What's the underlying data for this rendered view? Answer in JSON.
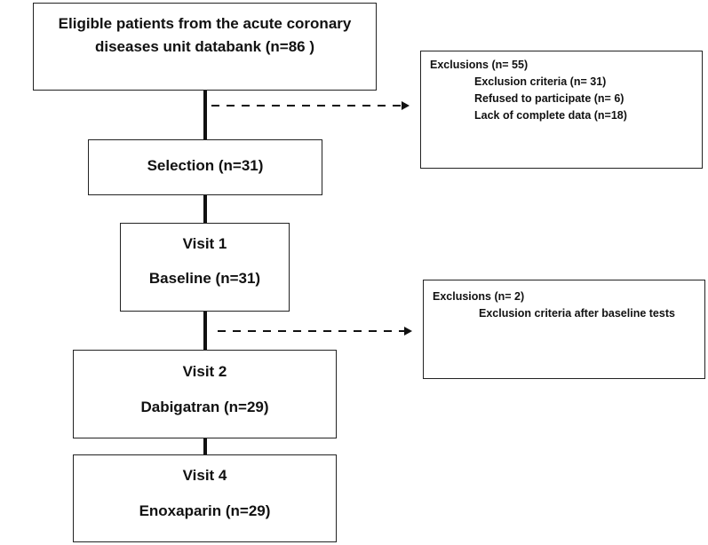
{
  "flow": {
    "eligible": {
      "line1": "Eligible patients from the acute coronary",
      "line2": "diseases unit databank (n=86 )"
    },
    "selection": {
      "label": "Selection  (n=31)"
    },
    "visit1": {
      "title": "Visit 1",
      "label": "Baseline  (n=31)"
    },
    "visit2": {
      "title": "Visit 2",
      "label": "Dabigatran (n=29)"
    },
    "visit4": {
      "title": "Visit  4",
      "label": "Enoxaparin (n=29)"
    }
  },
  "exclusions_1": {
    "header": "Exclusions  (n= 55)",
    "items": [
      "Exclusion criteria (n= 31)",
      "Refused to participate (n= 6)",
      "Lack of complete data (n=18)"
    ]
  },
  "exclusions_2": {
    "header": "Exclusions  (n= 2)",
    "items": [
      "Exclusion criteria after baseline tests"
    ]
  }
}
